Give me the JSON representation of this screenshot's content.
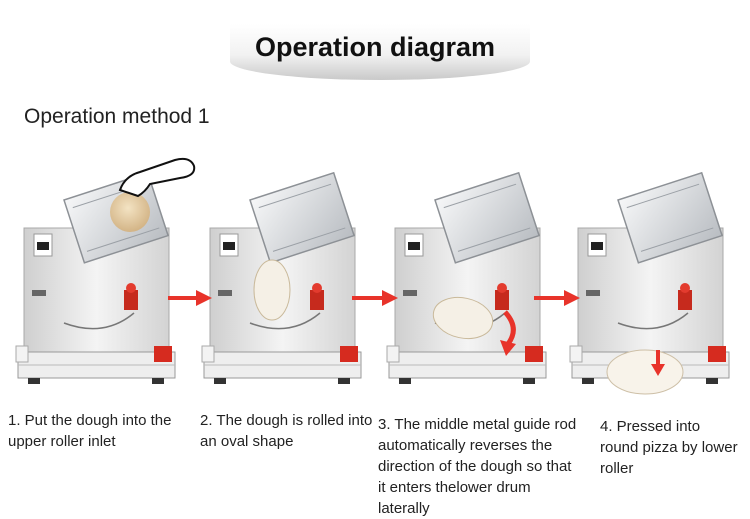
{
  "header": {
    "title": "Operation diagram"
  },
  "section": {
    "title": "Operation method 1"
  },
  "steps": [
    {
      "caption": "1. Put the dough into the upper roller inlet"
    },
    {
      "caption": "2. The dough is rolled into an oval shape"
    },
    {
      "caption": "3. The middle metal guide rod automatically reverses the direction of the dough so that it enters thelower drum laterally"
    },
    {
      "caption": "4. Pressed into round pizza by lower roller"
    }
  ],
  "colors": {
    "arrow": "#e8332a",
    "panel": "#dcdcdc",
    "accent_red": "#d62b1f"
  }
}
